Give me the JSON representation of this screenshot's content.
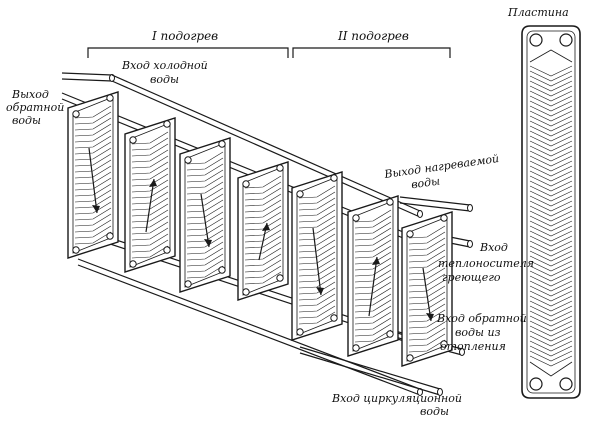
{
  "labels": {
    "stage1": "I подогрев",
    "stage2": "II подогрев",
    "plate": "Пластина",
    "cold_inlet": [
      "Вход холодной",
      "воды"
    ],
    "return_outlet": [
      "Выход",
      "обратной",
      "воды"
    ],
    "heated_outlet": [
      "Выход нагреваемой",
      "воды"
    ],
    "heating_inlet": [
      "Вход",
      "теплоносителя",
      "греющего"
    ],
    "return_inlet": [
      "Вход обратной",
      "воды из",
      "отопления"
    ],
    "circ_inlet": [
      "Вход циркуляционной",
      "воды"
    ]
  },
  "colors": {
    "ink": "#1a1a1a",
    "paper": "#ffffff"
  }
}
